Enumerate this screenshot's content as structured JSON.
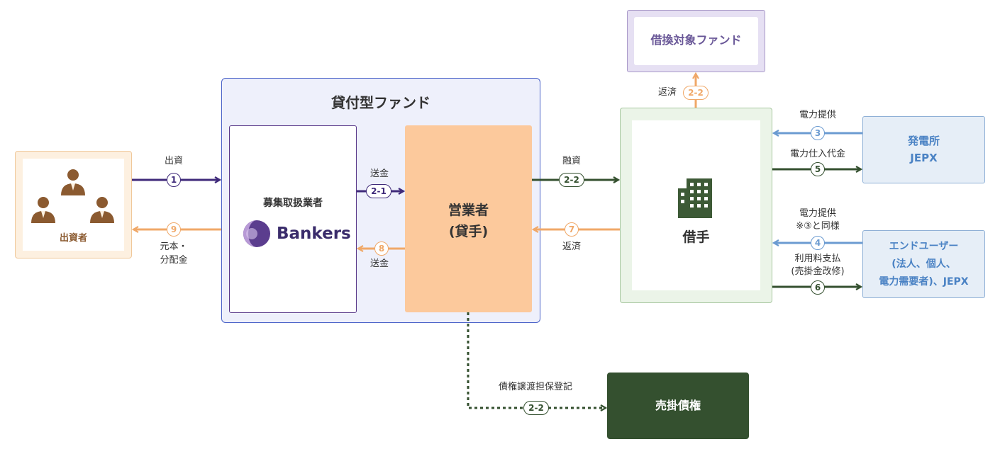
{
  "investor": {
    "label": "出資者"
  },
  "fund": {
    "title": "貸付型ファンド"
  },
  "broker": {
    "title": "募集取扱業者",
    "brand": "Bankers"
  },
  "operator": {
    "title": "営業者",
    "subtitle": "(貸手)"
  },
  "target_fund": {
    "label": "借換対象ファンド"
  },
  "borrower": {
    "label": "借手"
  },
  "power_plant": {
    "line1": "発電所",
    "line2": "JEPX"
  },
  "end_user": {
    "line1": "エンドユーザー",
    "line2": "(法人、個人、",
    "line3": "電力需要者)、JEPX"
  },
  "receivable": {
    "label": "売掛債権"
  },
  "flows": {
    "f1": {
      "label": "出資",
      "badge": "1"
    },
    "f9": {
      "label1": "元本・",
      "label2": "分配金",
      "badge": "9"
    },
    "f21": {
      "label": "送金",
      "badge": "2-1"
    },
    "f8": {
      "label": "送金",
      "badge": "8"
    },
    "f22_loan": {
      "label": "融資",
      "badge": "2-2"
    },
    "f7": {
      "label": "返済",
      "badge": "7"
    },
    "f22_repay": {
      "label": "返済",
      "badge": "2-2"
    },
    "f3": {
      "label": "電力提供",
      "badge": "3"
    },
    "f5": {
      "label": "電力仕入代金",
      "badge": "5"
    },
    "f4": {
      "label1": "電力提供",
      "label2": "※③と同様",
      "badge": "4"
    },
    "f6": {
      "label1": "利用料支払",
      "label2": "(売掛金改修)",
      "badge": "6"
    },
    "f22_assign": {
      "label": "債権譲渡担保登記",
      "badge": "2-2"
    }
  },
  "colors": {
    "purple": "#3f2a7a",
    "orange": "#f0a868",
    "green": "#34502f",
    "blue": "#6b9bd1"
  }
}
